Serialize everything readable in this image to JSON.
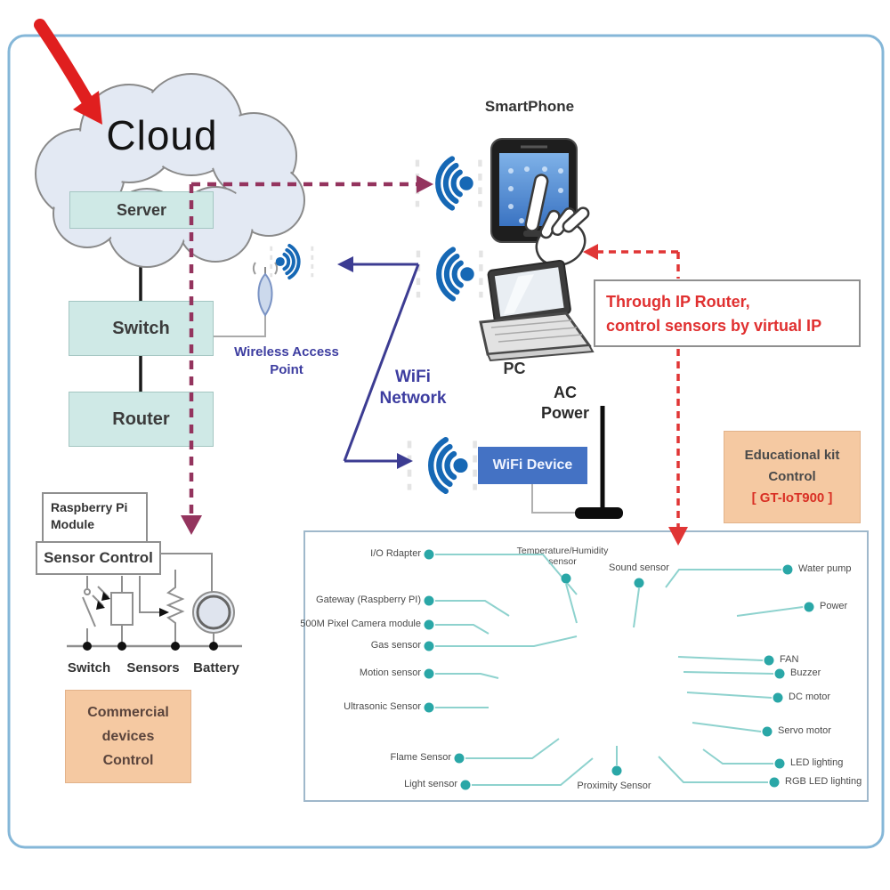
{
  "slide": {
    "cloud_label": "Cloud",
    "server_label": "Server",
    "switch_label": "Switch",
    "router_label": "Router",
    "wap_label": "Wireless Access\nPoint",
    "smartphone_label": "SmartPhone",
    "pc_label": "PC",
    "wifi_network_label": "WiFi\nNetwork",
    "ac_power_label": "AC\nPower",
    "wifi_device_label": "WiFi Device",
    "ip_note_line1": "Through IP Router,",
    "ip_note_line2": "control sensors by  virtual IP",
    "edu_kit_line1": "Educational kit",
    "edu_kit_line2": "Control",
    "edu_kit_line3": "[ GT-IoT900 ]",
    "rpi_module_label": "Raspberry Pi\nModule",
    "sensor_control_label": "Sensor Control",
    "circuit_switch_label": "Switch",
    "circuit_sensors_label": "Sensors",
    "circuit_battery_label": "Battery",
    "commercial_line1": "Commercial",
    "commercial_line2": "devices",
    "commercial_line3": "Control"
  },
  "board": {
    "left_labels": [
      "I/O Rdapter",
      "Gateway (Raspberry PI)",
      "500M Pixel Camera module",
      "Gas sensor",
      "Motion sensor",
      "Ultrasonic Sensor",
      "Flame Sensor",
      "Light sensor"
    ],
    "top_labels": [
      "Temperature/Humidity\nsensor",
      "Sound sensor"
    ],
    "right_labels": [
      "Water pump",
      "Power",
      "FAN",
      "Buzzer",
      "DC motor",
      "Servo motor",
      "LED lighting",
      "RGB LED lighting"
    ],
    "bottom_labels": [
      "Proximity Sensor"
    ]
  },
  "colors": {
    "node_fill": "#cfe9e6",
    "peach_fill": "#f5c9a2",
    "wifi_blue": "#1668b5",
    "navy_arrow": "#3c3c92",
    "maroon_dash": "#94345e",
    "red_dash": "#e03535",
    "teal_dot": "#2aa7a7",
    "wifi_device_fill": "#4472c4"
  }
}
